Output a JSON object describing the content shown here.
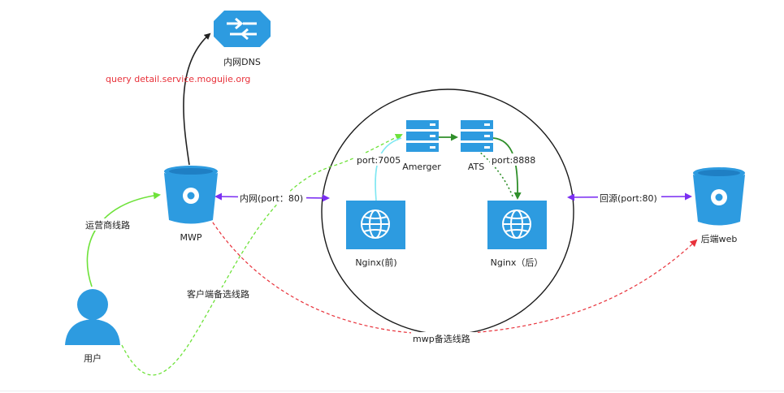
{
  "colors": {
    "node_blue": "#2d9be0",
    "node_blue_dark": "#1f7fc4",
    "arrow_black": "#222222",
    "arrow_purple": "#7b2ff2",
    "arrow_green_light": "#6ee23a",
    "arrow_green_dark": "#2f8f2a",
    "arrow_cyan": "#7fe7f2",
    "arrow_red": "#e8313a"
  },
  "nodes": {
    "dns": {
      "label": "内网DNS",
      "icon": "switch-arrows-icon"
    },
    "mwp": {
      "label": "MWP",
      "icon": "bucket-icon"
    },
    "amerger": {
      "label": "Amerger",
      "icon": "server-stack-icon"
    },
    "ats": {
      "label": "ATS",
      "icon": "server-stack-icon"
    },
    "nginx_front": {
      "label": "Nginx(前)",
      "icon": "globe-icon"
    },
    "nginx_back": {
      "label": "Nginx（后）",
      "icon": "globe-icon"
    },
    "backend": {
      "label": "后端web",
      "icon": "bucket-icon"
    },
    "user": {
      "label": "用户",
      "icon": "user-icon"
    }
  },
  "edges": {
    "query": "query detail.service.mogujie.org",
    "carrier_route": "运营商线路",
    "intranet_port": "内网(port：80)",
    "port_7005": "port:7005",
    "port_8888": "port:8888",
    "origin_port": "回源(port:80)",
    "client_backup": "客户端备选线路",
    "mwp_backup": "mwp备选线路"
  }
}
